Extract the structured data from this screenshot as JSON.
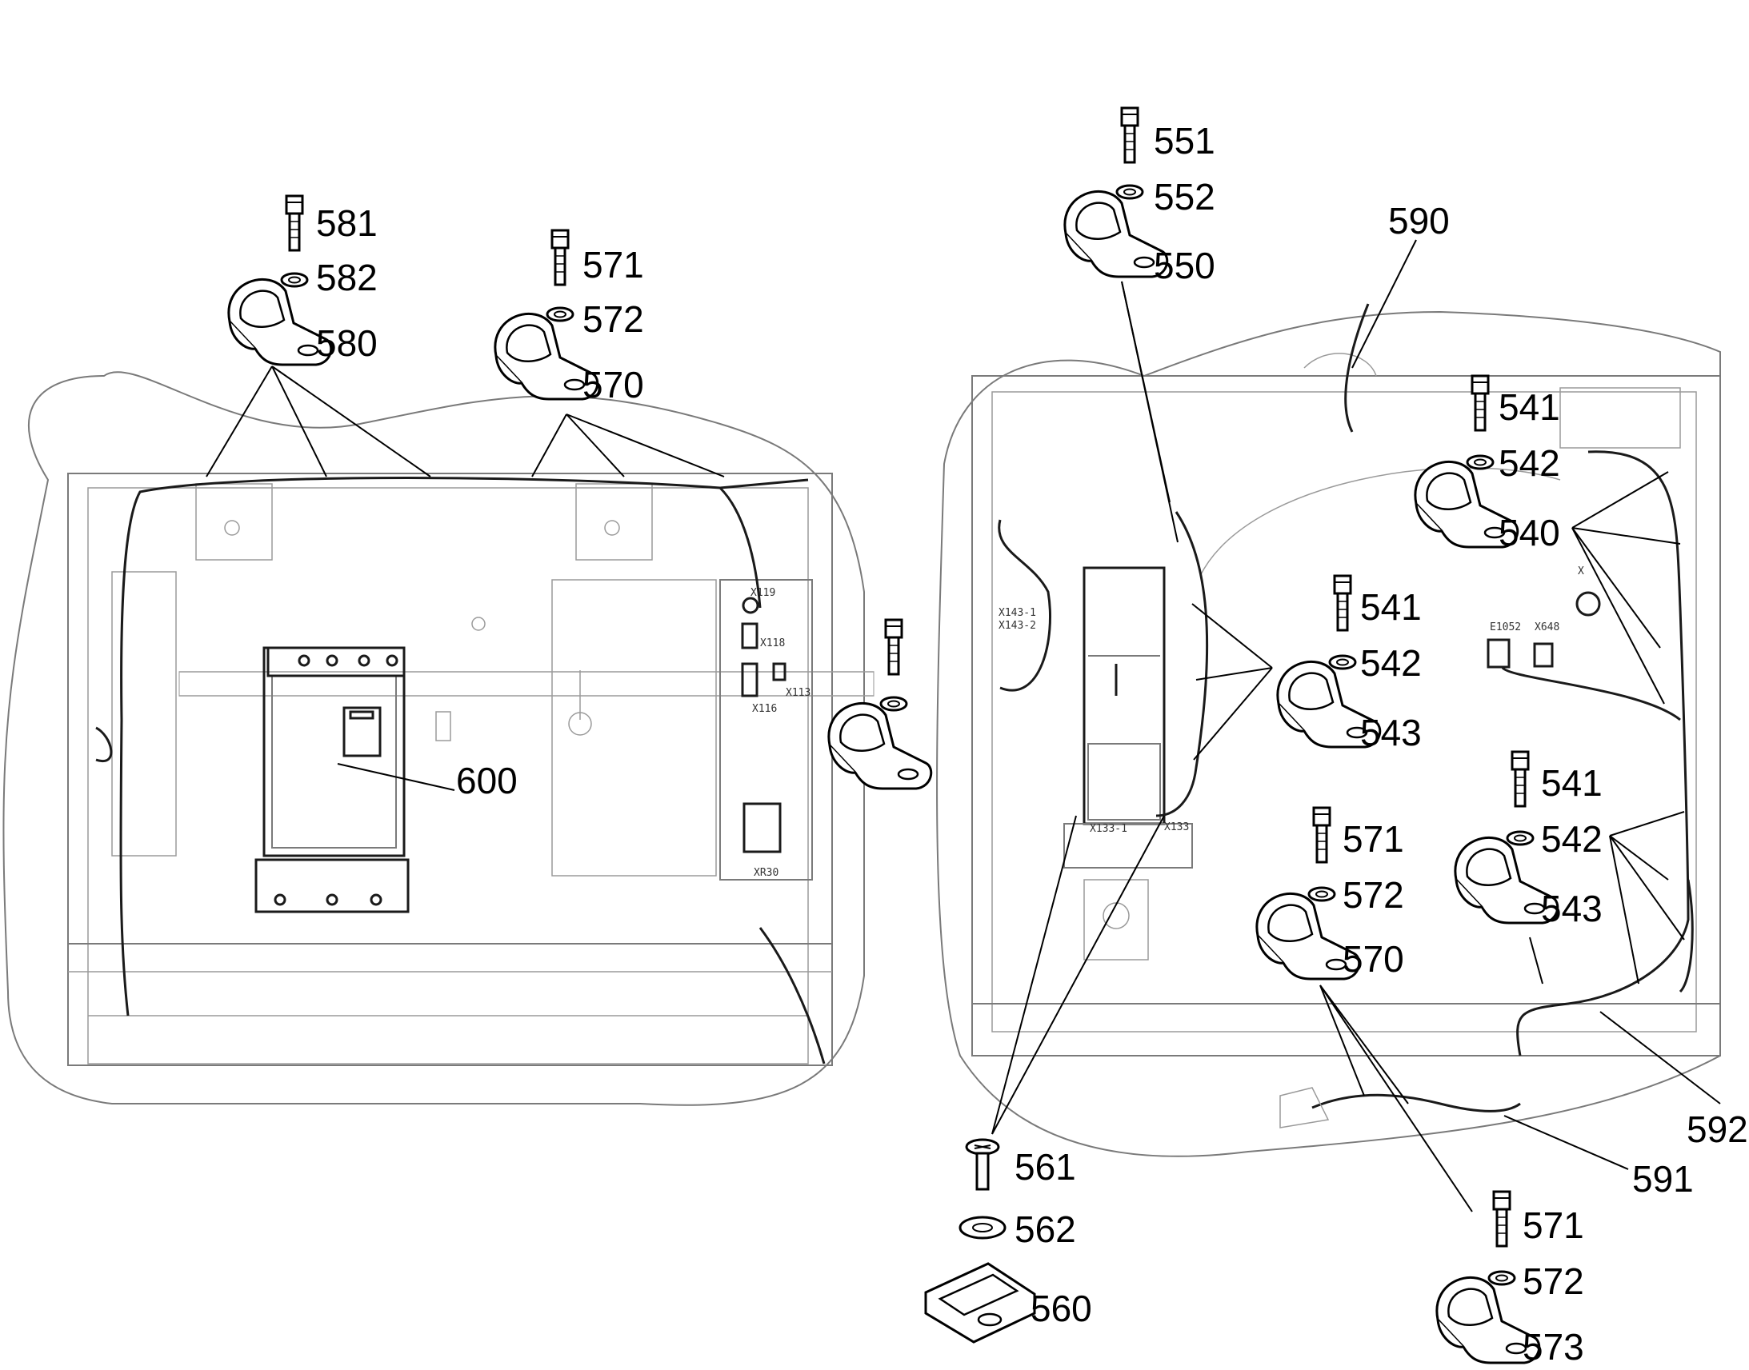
{
  "title": "",
  "left_view": {
    "callouts": [
      {
        "id": "581",
        "text": "581"
      },
      {
        "id": "582",
        "text": "582"
      },
      {
        "id": "580",
        "text": "580"
      },
      {
        "id": "571",
        "text": "571"
      },
      {
        "id": "572",
        "text": "572"
      },
      {
        "id": "570",
        "text": "570"
      },
      {
        "id": "600",
        "text": "600"
      }
    ],
    "connector_tags": [
      "X119",
      "X118",
      "X113",
      "X116",
      "XR30"
    ]
  },
  "right_view": {
    "callouts": [
      {
        "id": "551",
        "text": "551"
      },
      {
        "id": "552",
        "text": "552"
      },
      {
        "id": "550",
        "text": "550"
      },
      {
        "id": "590",
        "text": "590"
      },
      {
        "id": "541a",
        "text": "541"
      },
      {
        "id": "542a",
        "text": "542"
      },
      {
        "id": "540",
        "text": "540"
      },
      {
        "id": "541b",
        "text": "541"
      },
      {
        "id": "542b",
        "text": "542"
      },
      {
        "id": "543b",
        "text": "543"
      },
      {
        "id": "541c",
        "text": "541"
      },
      {
        "id": "542c",
        "text": "542"
      },
      {
        "id": "543c",
        "text": "543"
      },
      {
        "id": "571b",
        "text": "571"
      },
      {
        "id": "572b",
        "text": "572"
      },
      {
        "id": "570b",
        "text": "570"
      },
      {
        "id": "561",
        "text": "561"
      },
      {
        "id": "562",
        "text": "562"
      },
      {
        "id": "560",
        "text": "560"
      },
      {
        "id": "571c",
        "text": "571"
      },
      {
        "id": "572c",
        "text": "572"
      },
      {
        "id": "573",
        "text": "573"
      },
      {
        "id": "592",
        "text": "592"
      },
      {
        "id": "591",
        "text": "591"
      }
    ],
    "connector_tags": [
      "X143-1",
      "X143-2",
      "X133-1",
      "X133",
      "E1052",
      "X648",
      "X"
    ]
  }
}
